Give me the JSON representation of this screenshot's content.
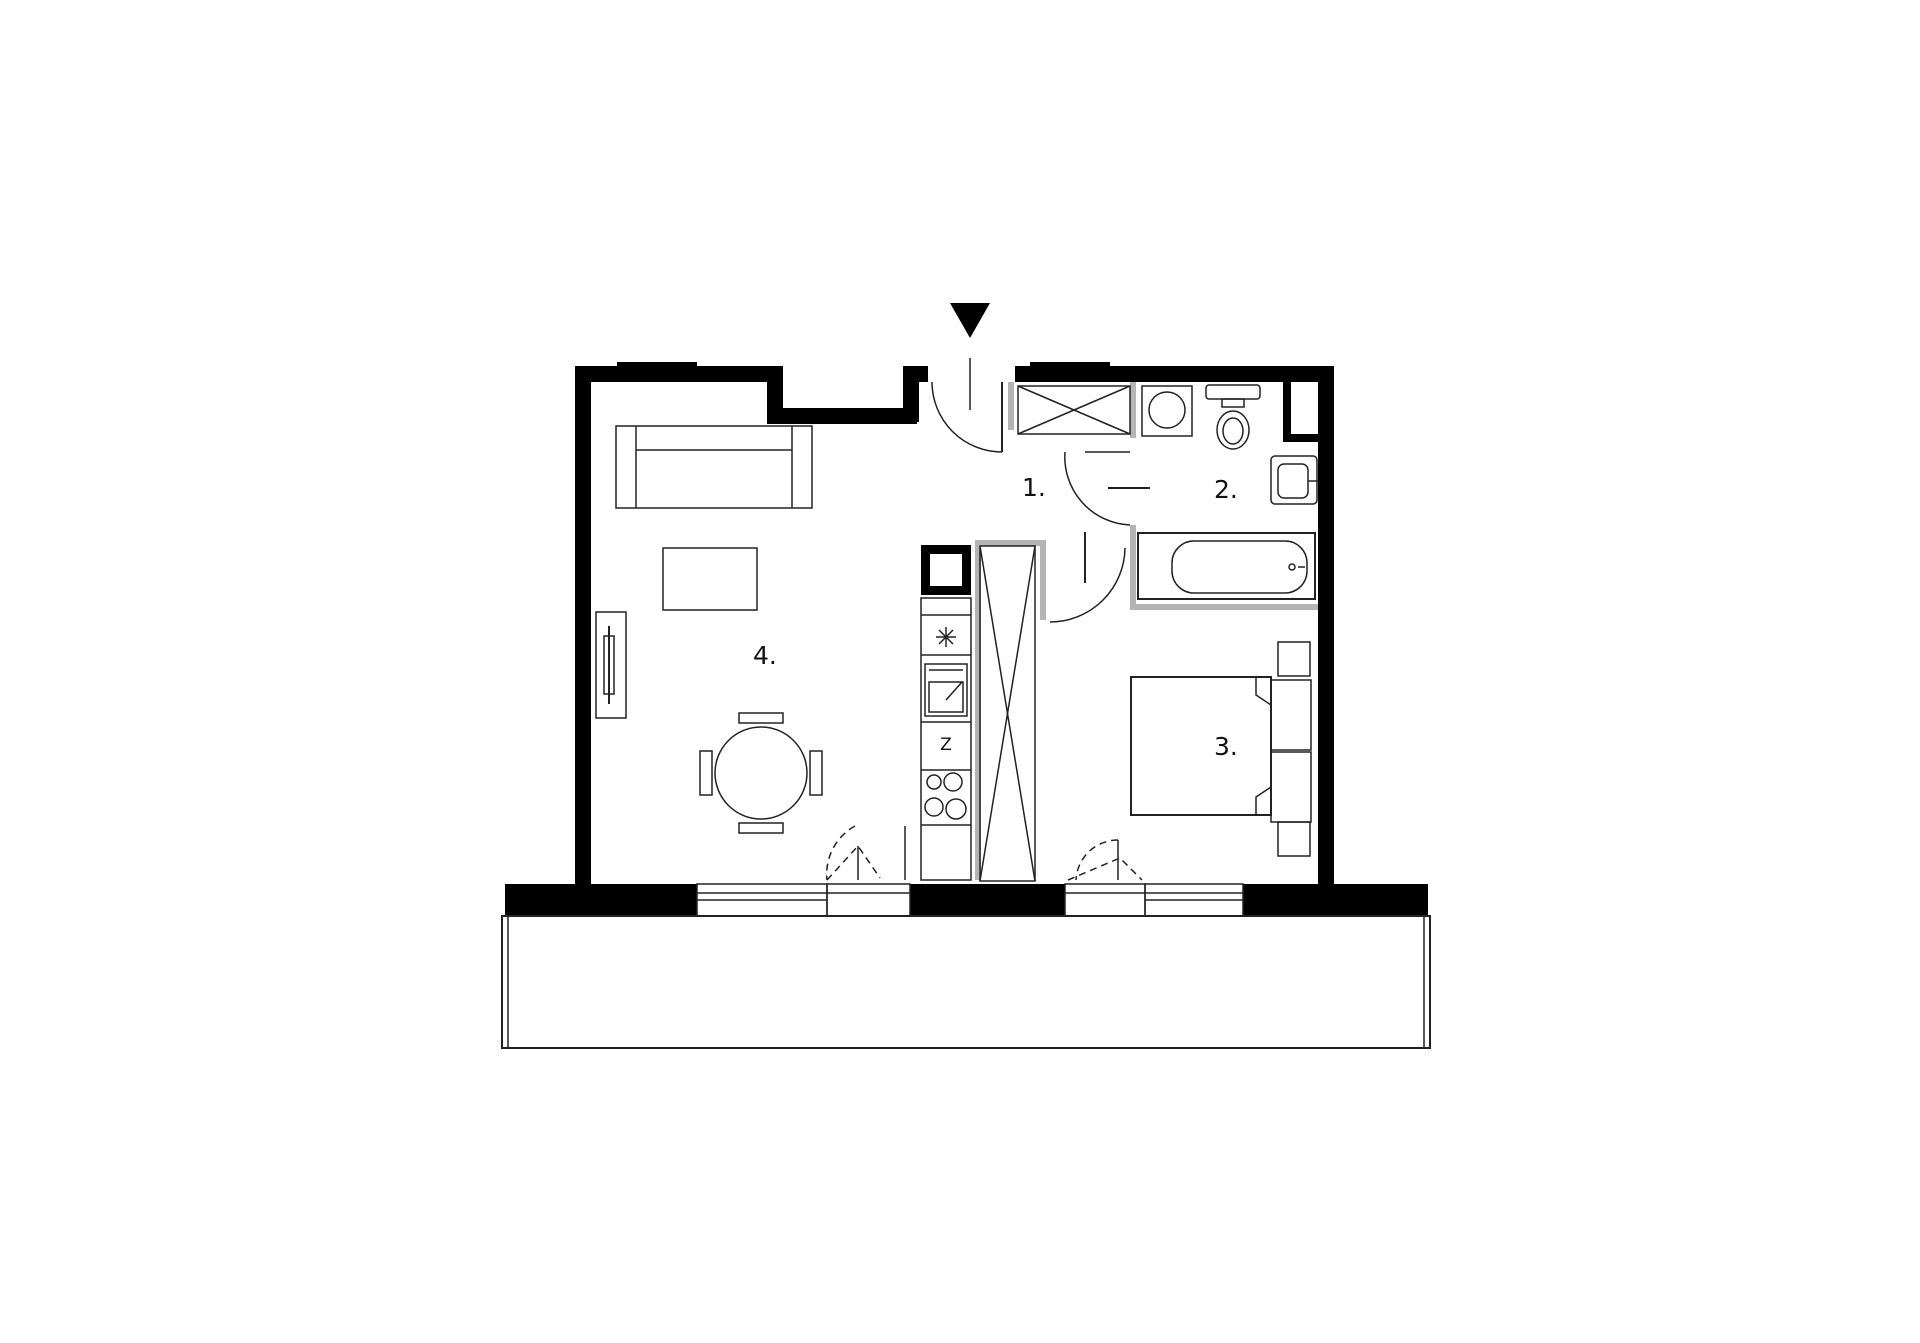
{
  "floor_plan": {
    "rooms": [
      {
        "id": "room-1",
        "label": "1."
      },
      {
        "id": "room-2",
        "label": "2."
      },
      {
        "id": "room-3",
        "label": "3."
      },
      {
        "id": "room-4",
        "label": "4."
      }
    ],
    "fridge_label": "Z",
    "entrance_marker": "entrance-arrow-icon",
    "colors": {
      "wall": "#000000",
      "partition": "#b4b4b4",
      "line": "#222222",
      "background": "#ffffff"
    }
  }
}
